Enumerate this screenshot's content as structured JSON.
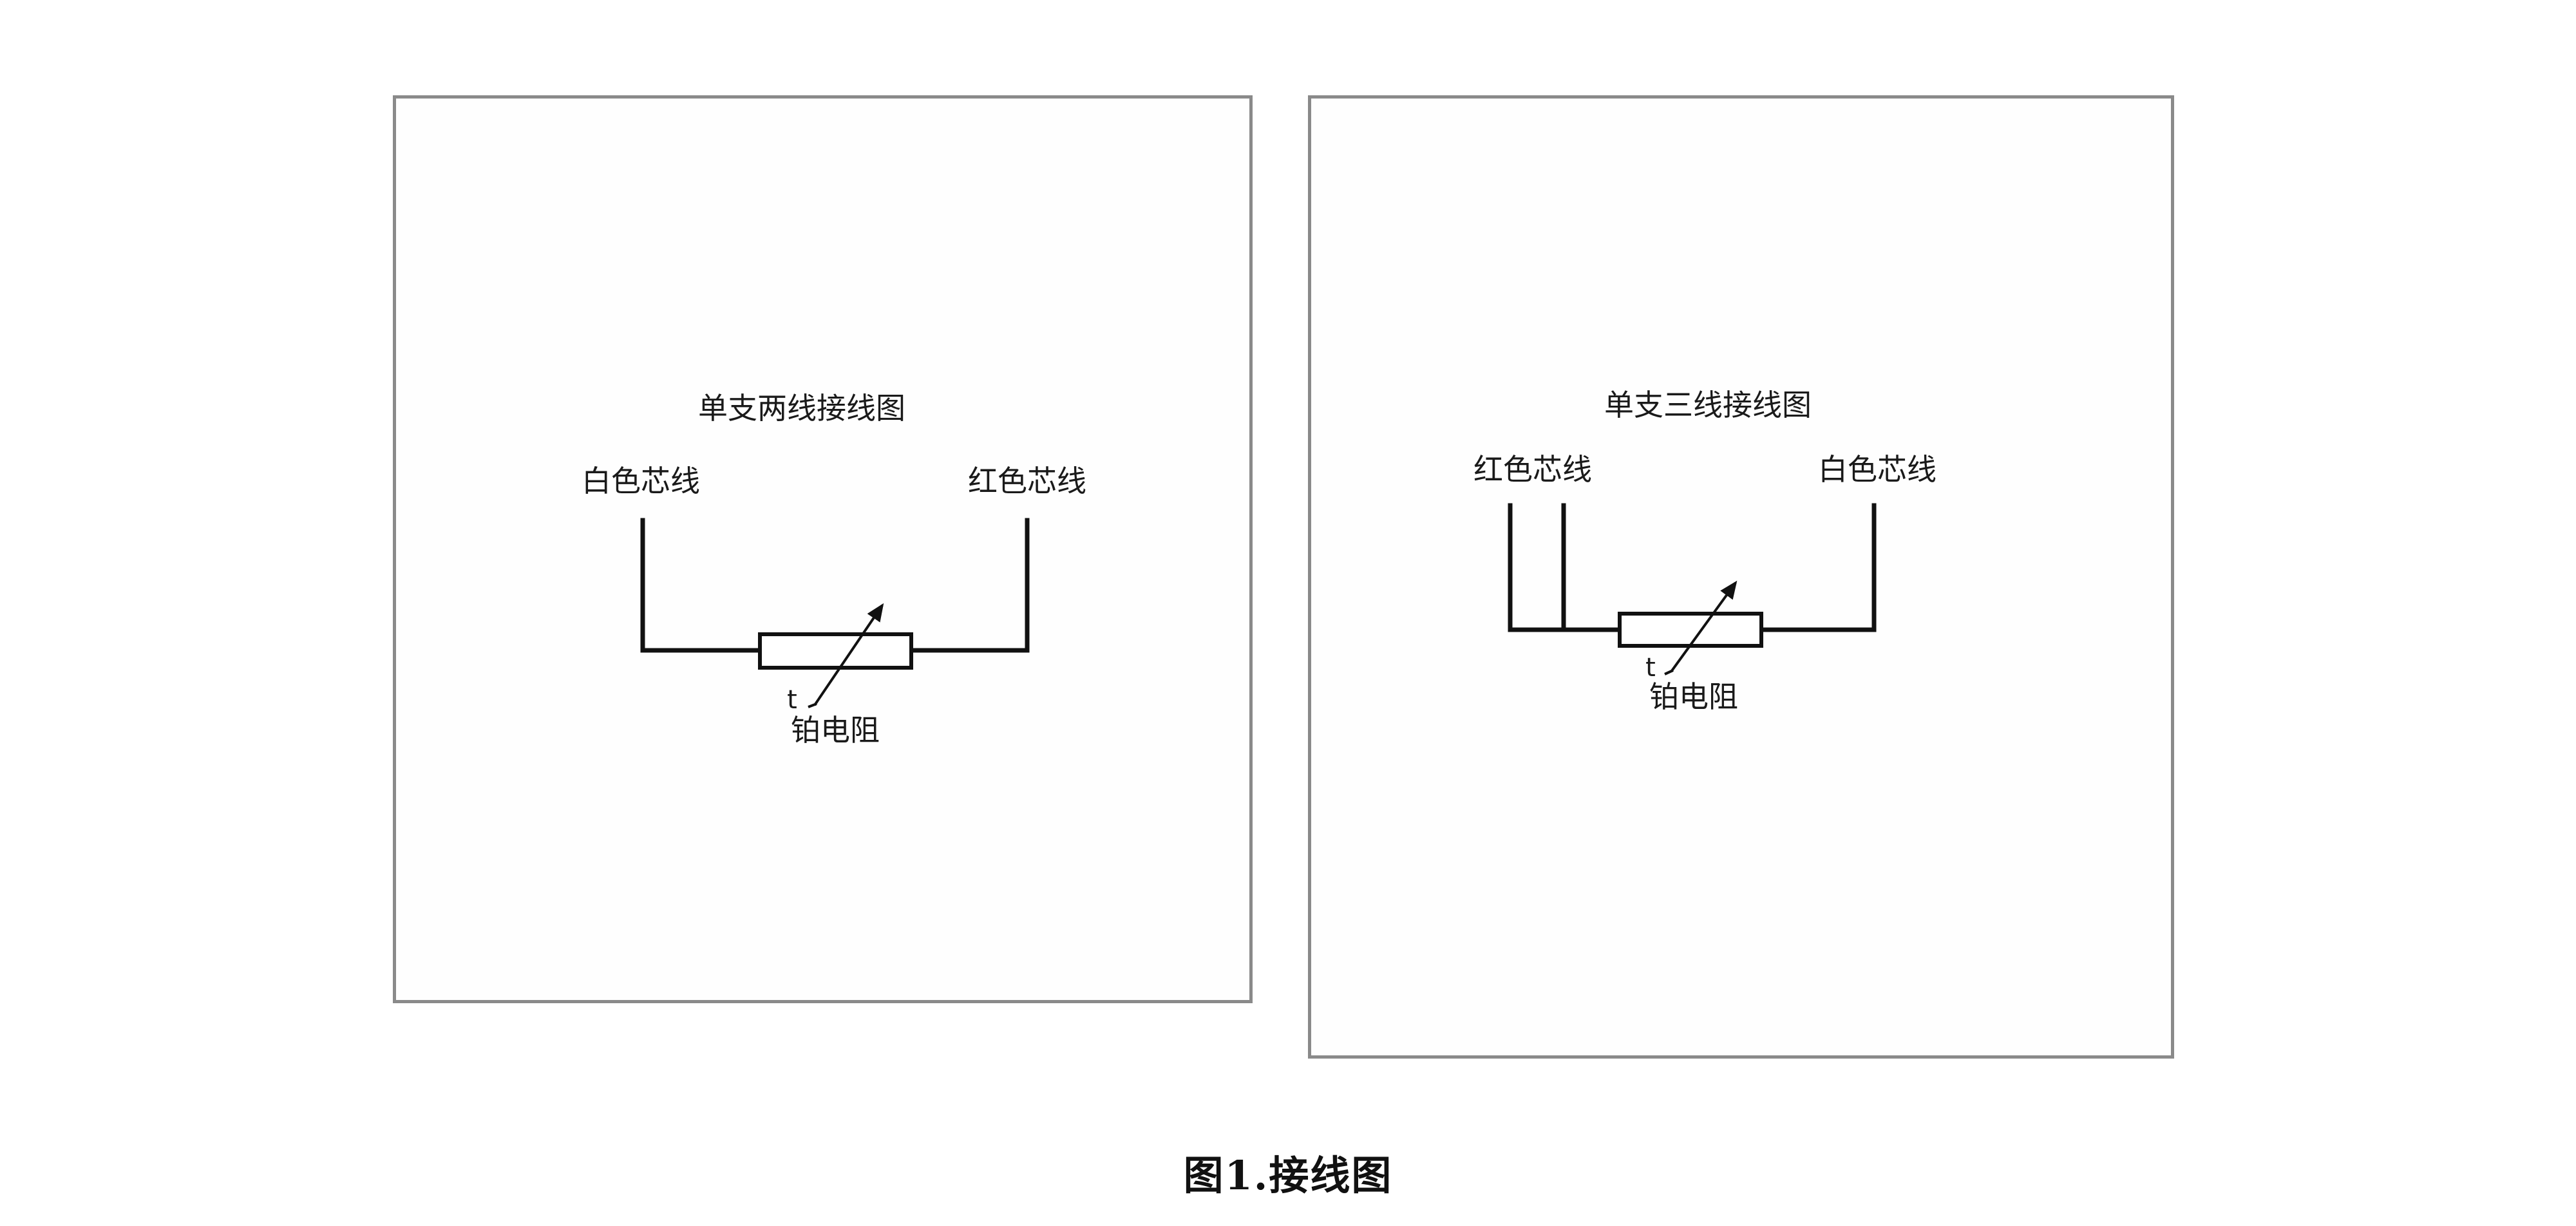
{
  "left_panel": {
    "title": "单支两线接线图",
    "left_wire_label": "白色芯线",
    "right_wire_label": "红色芯线",
    "temp_symbol": "t",
    "component_label": "铂电阻"
  },
  "right_panel": {
    "title": "单支三线接线图",
    "left_wire_label": "红色芯线",
    "right_wire_label": "白色芯线",
    "temp_symbol": "t",
    "component_label": "铂电阻"
  },
  "caption": "图1.接线图"
}
